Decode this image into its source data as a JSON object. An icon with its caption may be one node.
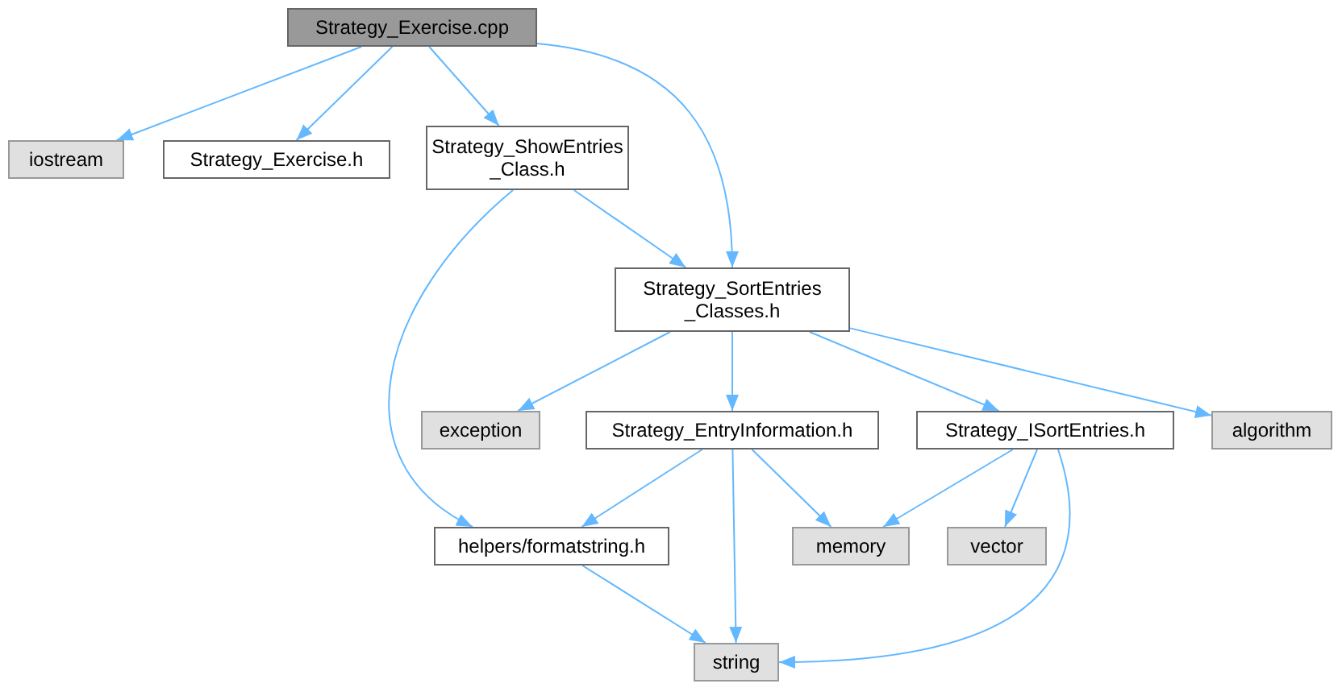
{
  "diagram": {
    "nodes": [
      {
        "text": [
          "Strategy_Exercise.cpp"
        ]
      },
      {
        "text": [
          "iostream"
        ]
      },
      {
        "text": [
          "Strategy_Exercise.h"
        ]
      },
      {
        "text": [
          "Strategy_ShowEntries _Class.h"
        ]
      },
      {
        "text": [
          "Strategy_SortEntries _Classes.h"
        ]
      },
      {
        "text": [
          "exception"
        ]
      },
      {
        "text": [
          "Strategy_EntryInformation.h"
        ]
      },
      {
        "text": [
          "Strategy_ISortEntries.h"
        ]
      },
      {
        "text": [
          "algorithm"
        ]
      },
      {
        "text": [
          "helpers/formatstring.h"
        ]
      },
      {
        "text": [
          "memory"
        ]
      },
      {
        "text": [
          "vector"
        ]
      },
      {
        "text": [
          "string"
        ]
      }
    ],
    "edges": [
      {
        "from": 0,
        "to": 1,
        "arrow": "to"
      },
      {
        "from": 0,
        "to": 2,
        "arrow": "to"
      },
      {
        "from": 0,
        "to": 3,
        "arrow": "to"
      },
      {
        "from": 0,
        "to": 4,
        "arrow": "to"
      },
      {
        "from": 3,
        "to": 9,
        "arrow": "to"
      },
      {
        "from": 3,
        "to": 4,
        "arrow": "to"
      },
      {
        "from": 4,
        "to": 5,
        "arrow": "to"
      },
      {
        "from": 4,
        "to": 6,
        "arrow": "to"
      },
      {
        "from": 4,
        "to": 7,
        "arrow": "to"
      },
      {
        "from": 4,
        "to": 8,
        "arrow": "to"
      },
      {
        "from": 6,
        "to": 9,
        "arrow": "to"
      },
      {
        "from": 6,
        "to": 10,
        "arrow": "to"
      },
      {
        "from": 6,
        "to": 12,
        "arrow": "to"
      },
      {
        "from": 7,
        "to": 10,
        "arrow": "to"
      },
      {
        "from": 7,
        "to": 11,
        "arrow": "to"
      },
      {
        "from": 7,
        "to": 12,
        "arrow": "to"
      },
      {
        "from": 9,
        "to": 12,
        "arrow": "to"
      }
    ]
  }
}
